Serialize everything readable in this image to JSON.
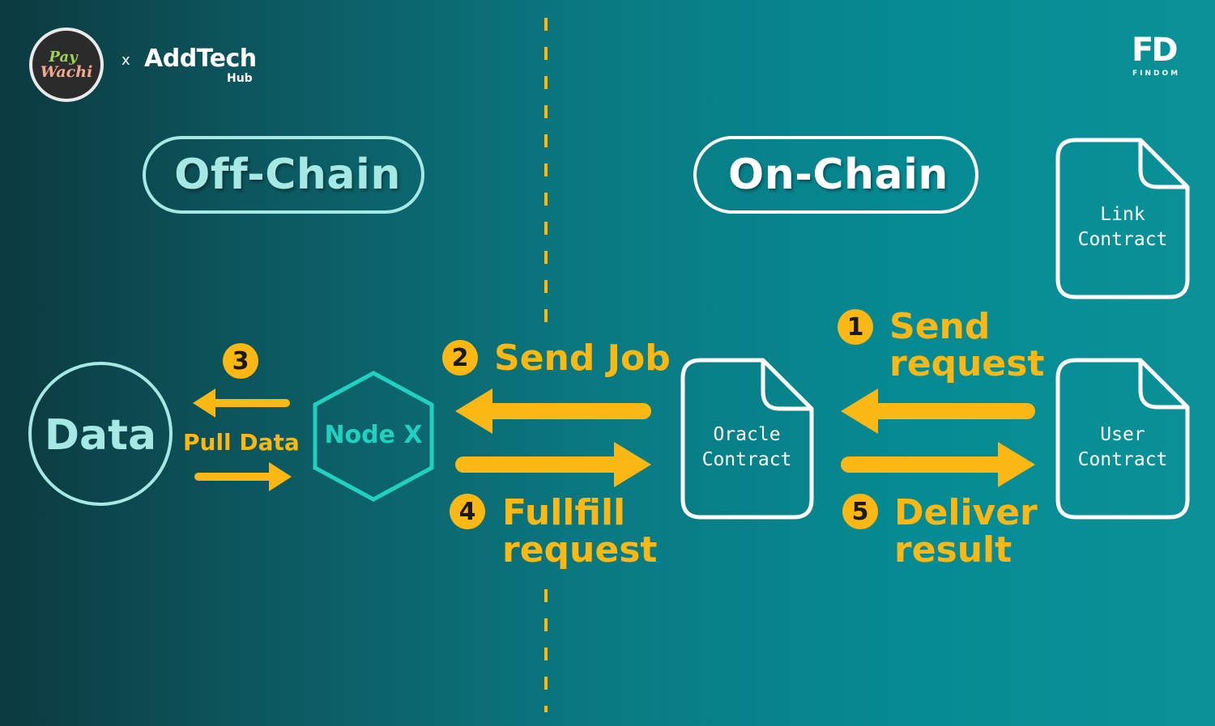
{
  "brand": {
    "paywachi_line1": "Pay",
    "paywachi_line2": "Wachi",
    "separator": "x",
    "addtech": "AddTech",
    "addtech_sub": "Hub",
    "findom_mark": "FD",
    "findom": "FINDOM"
  },
  "sections": {
    "off_chain": "Off-Chain",
    "on_chain": "On-Chain"
  },
  "nodes": {
    "data": "Data",
    "node_x": "Node X",
    "oracle_line1": "Oracle",
    "oracle_line2": "Contract",
    "user_line1": "User",
    "user_line2": "Contract",
    "link_line1": "Link",
    "link_line2": "Contract"
  },
  "steps": {
    "s1_num": "1",
    "s1_line1": "Send",
    "s1_line2": "request",
    "s2_num": "2",
    "s2_label": "Send Job",
    "s3_num": "3",
    "s3_label": "Pull Data",
    "s4_num": "4",
    "s4_line1": "Fullfill",
    "s4_line2": "request",
    "s5_num": "5",
    "s5_line1": "Deliver",
    "s5_line2": "result"
  },
  "colors": {
    "accent_yellow": "#fbb714",
    "off_chain_text": "#a6e9e4",
    "node_teal": "#1fd1c1",
    "white": "#ffffff"
  }
}
